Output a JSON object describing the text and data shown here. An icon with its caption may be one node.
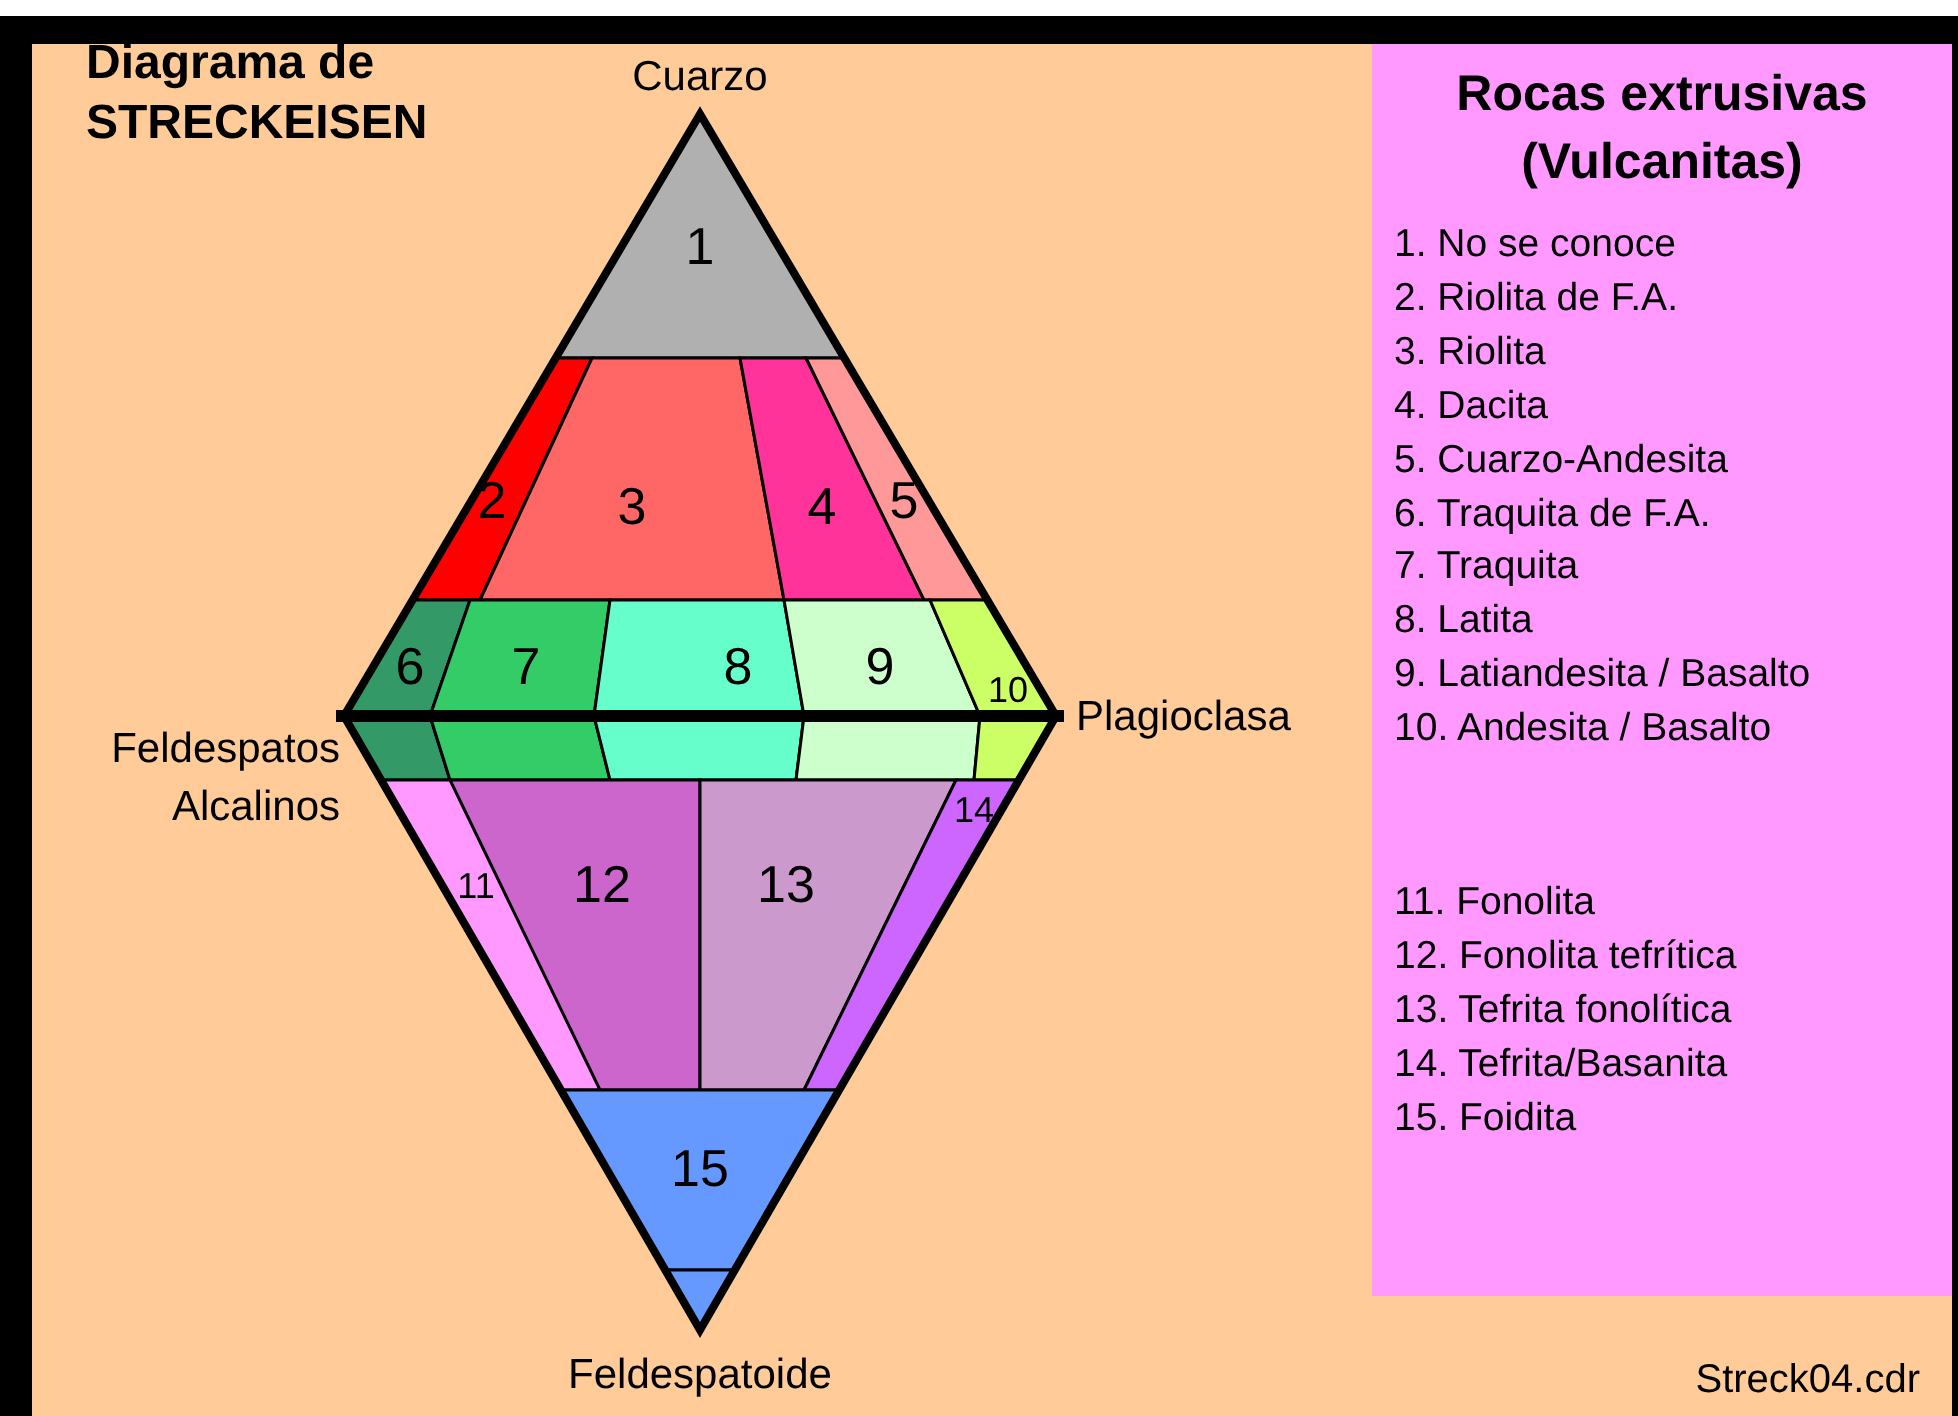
{
  "diagram": {
    "title": "Diagrama de STRECKEISEN",
    "nodes": [
      {
        "text": [
          "1"
        ]
      },
      {
        "text": [
          "2"
        ]
      },
      {
        "text": [
          "3"
        ]
      },
      {
        "text": [
          "4"
        ]
      },
      {
        "text": [
          "5"
        ]
      },
      {
        "text": [
          "6"
        ]
      },
      {
        "text": [
          "7"
        ]
      },
      {
        "text": [
          "8"
        ]
      },
      {
        "text": [
          "9"
        ]
      },
      {
        "text": [
          "10"
        ]
      },
      {
        "text": [
          "11"
        ]
      },
      {
        "text": [
          "12"
        ]
      },
      {
        "text": [
          "13"
        ]
      },
      {
        "text": [
          "14"
        ]
      },
      {
        "text": [
          "15"
        ]
      },
      {
        "text": [],
        "shape": "triangle"
      }
    ],
    "labels": [
      "Cuarzo",
      "Feldespatos Alcalinos",
      "Plagioclasa",
      "Feldespatoide",
      "Rocas extrusivas (Vulcanitas)",
      "1. No se conoce",
      "2. Riolita de F.A.",
      "3. Riolita",
      "4. Dacita",
      "5. Cuarzo-Andesita",
      "6. Traquita de F.A.",
      "7. Traquita",
      "8. Latita",
      "9. Latiandesita / Basalto",
      "10. Andesita / Basalto",
      "11. Fonolita",
      "12. Fonolita tefrítica",
      "13. Tefrita fonolítica",
      "14. Tefrita/Basanita",
      "15. Foidita",
      "Streck04.cdr"
    ]
  }
}
